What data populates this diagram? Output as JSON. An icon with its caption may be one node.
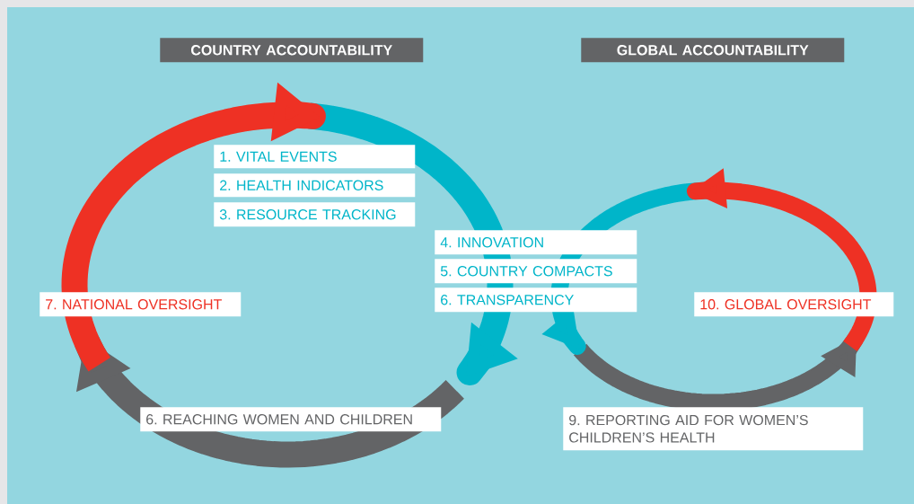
{
  "diagram": {
    "nodes": [
      {
        "text": [
          "COUNTRY ACCOUNTABILITY"
        ]
      },
      {
        "text": [
          "GLOBAL ACCOUNTABILITY"
        ]
      },
      {
        "text": [
          "1. VITAL EVENTS"
        ]
      },
      {
        "text": [
          "2. HEALTH INDICATORS"
        ]
      },
      {
        "text": [
          "3. RESOURCE TRACKING"
        ]
      },
      {
        "text": [
          "4. INNOVATION"
        ]
      },
      {
        "text": [
          "5. COUNTRY COMPACTS"
        ]
      },
      {
        "text": [
          "6. TRANSPARENCY"
        ]
      },
      {
        "text": [
          "7. NATIONAL OVERSIGHT"
        ]
      },
      {
        "text": [
          "10. GLOBAL OVERSIGHT"
        ]
      },
      {
        "text": [
          "6. REACHING WOMEN AND CHILDREN"
        ]
      },
      {
        "text": [
          "9. REPORTING AID FOR WOMEN’S CHILDREN’S HEALTH"
        ]
      }
    ]
  }
}
